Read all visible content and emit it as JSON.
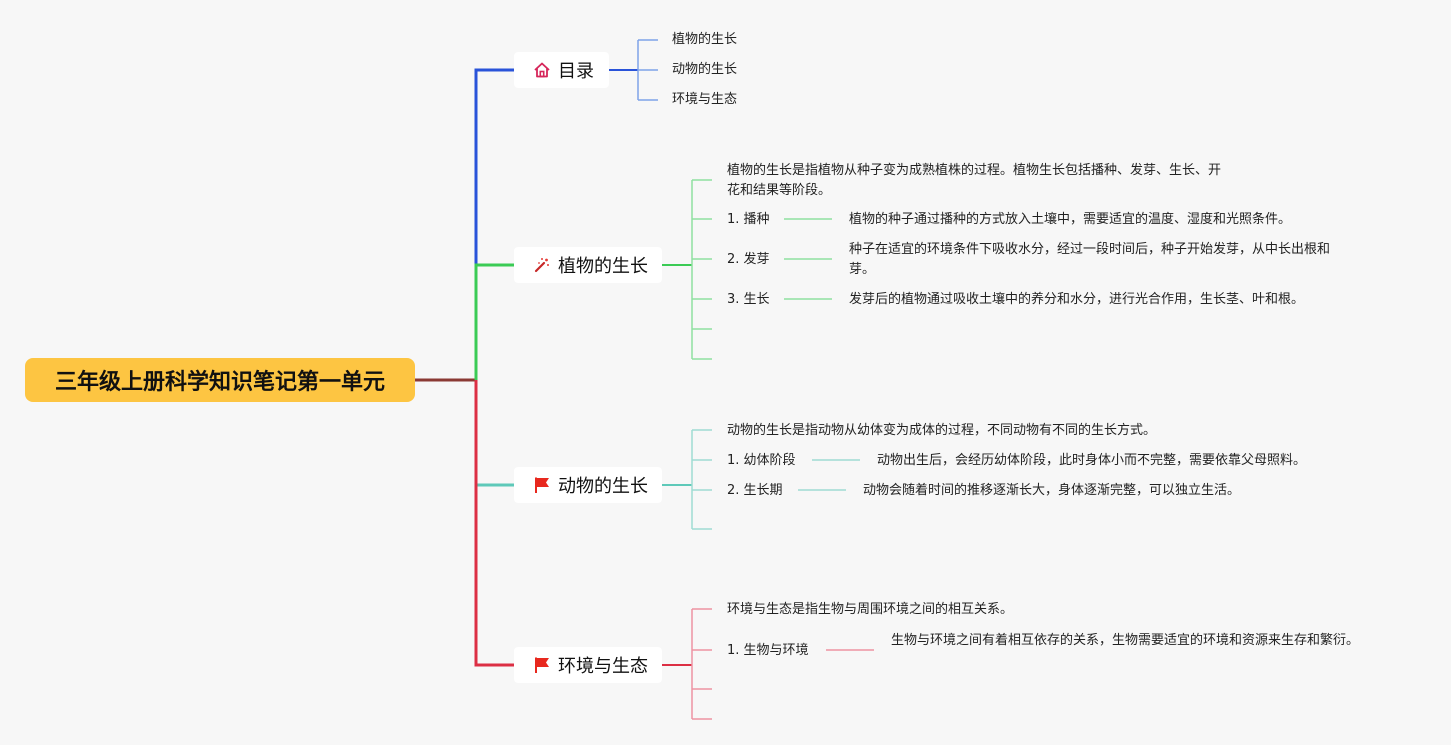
{
  "title": "三年级上册科学知识笔记第一单元",
  "colors": {
    "root": "#fdc542",
    "root_line": "#8b3a34",
    "toc": "#2953d9",
    "plant": "#3bcb55",
    "animal": "#5ec9b9",
    "env": "#dc2f44",
    "toc_child": "#7fa3e8",
    "plant_child": "#8fe0a0",
    "animal_child": "#9fdcd3",
    "env_child": "#ee93a2"
  },
  "toc": {
    "label": "目录",
    "icon": "home-icon",
    "items": [
      "植物的生长",
      "动物的生长",
      "环境与生态"
    ]
  },
  "plant": {
    "label": "植物的生长",
    "icon": "magic-wand-icon",
    "intro": "植物的生长是指植物从种子变为成熟植株的过程。植物生长包括播种、发芽、生长、开花和结果等阶段。",
    "steps": [
      {
        "name": "1. 播种",
        "desc": "植物的种子通过播种的方式放入土壤中，需要适宜的温度、湿度和光照条件。"
      },
      {
        "name": "2. 发芽",
        "desc": "种子在适宜的环境条件下吸收水分，经过一段时间后，种子开始发芽，从中长出根和芽。"
      },
      {
        "name": "3. 生长",
        "desc": "发芽后的植物通过吸收土壤中的养分和水分，进行光合作用，生长茎、叶和根。"
      }
    ]
  },
  "animal": {
    "label": "动物的生长",
    "icon": "red-flag-icon",
    "intro": "动物的生长是指动物从幼体变为成体的过程，不同动物有不同的生长方式。",
    "steps": [
      {
        "name": "1. 幼体阶段",
        "desc": "动物出生后，会经历幼体阶段，此时身体小而不完整，需要依靠父母照料。"
      },
      {
        "name": "2. 生长期",
        "desc": "动物会随着时间的推移逐渐长大，身体逐渐完整，可以独立生活。"
      }
    ]
  },
  "env": {
    "label": "环境与生态",
    "icon": "red-flag-icon",
    "intro": "环境与生态是指生物与周围环境之间的相互关系。",
    "steps": [
      {
        "name": "1. 生物与环境",
        "desc": "生物与环境之间有着相互依存的关系，生物需要适宜的环境和资源来生存和繁衍。"
      }
    ]
  }
}
